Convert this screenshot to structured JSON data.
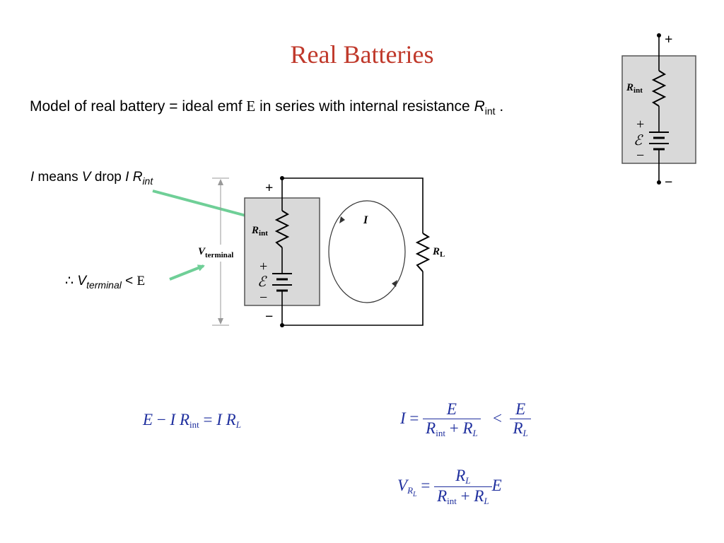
{
  "title": "Real Batteries",
  "statement": {
    "prefix": "Model of real battery = ideal emf ",
    "emf_symbol": "E",
    "middle": " in series with internal resistance ",
    "r": "R",
    "r_sub": "int",
    "suffix": " ."
  },
  "note_current": {
    "i": "I",
    "means": " means ",
    "v": "V",
    "drop": " drop ",
    "i2": "I",
    "r": " R",
    "r_sub": "int"
  },
  "note_terminal": {
    "therefore": "∴",
    "v": "V",
    "v_sub": "terminal",
    "lt": " < ",
    "emf": "E"
  },
  "circuit": {
    "plus": "+",
    "minus": "−",
    "r_int": "R",
    "r_int_sub": "int",
    "emf": "ℰ",
    "current": "I",
    "load": "R",
    "load_sub": "L",
    "v_terminal": "V",
    "v_terminal_sub": "terminal"
  },
  "small_battery": {
    "plus": "+",
    "minus": "−",
    "r_int": "R",
    "r_int_sub": "int",
    "cell_plus": "+",
    "emf": "ℰ",
    "cell_minus": "−"
  },
  "equations": {
    "eq1": {
      "e": "E",
      "minus": " − ",
      "i": "I",
      "r": " R",
      "r_sub": "int",
      "eq": " = ",
      "i2": "I",
      "rl": " R",
      "rl_sub": "L"
    },
    "eq2": {
      "i": "I",
      "eq": " = ",
      "num": "E",
      "den_r": "R",
      "den_r_sub": "int",
      "plus": " + ",
      "den_rl": "R",
      "den_rl_sub": "L",
      "lt": "<",
      "num2": "E",
      "den2": "R",
      "den2_sub": "L"
    },
    "eq3": {
      "v": "V",
      "v_sub": "R",
      "v_subsub": "L",
      "eq": " = ",
      "num": "R",
      "num_sub": "L",
      "den_r": "R",
      "den_r_sub": "int",
      "plus": " + ",
      "den_rl": "R",
      "den_rl_sub": "L",
      "e": "E"
    }
  },
  "colors": {
    "title": "#c0392b",
    "equation": "#1f2f9e",
    "arrow": "#6fcf97",
    "battery_box": "#d9d9d9"
  }
}
